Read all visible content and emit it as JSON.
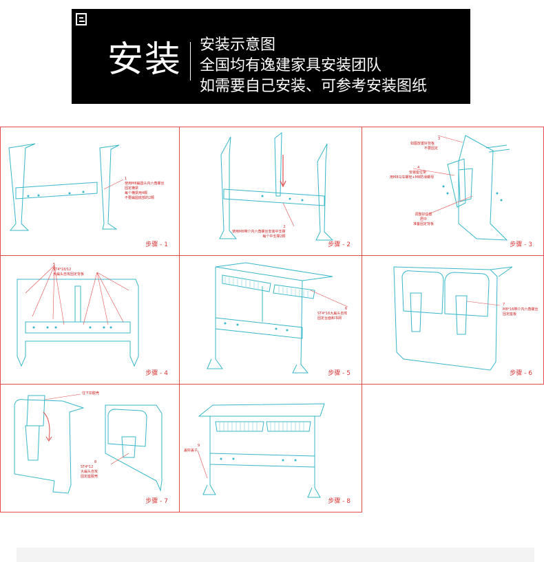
{
  "banner": {
    "title": "安装",
    "line1": "安装示意图",
    "line2": "全国均有逸建家具安装团队",
    "line3": "如需要自己安装、可参考安装图纸"
  },
  "steps": [
    {
      "label": "步骤 - 1",
      "notes": [
        "1",
        "使用M8扁圆头内六角螺丝",
        "固定横梁",
        "每个横梁用4颗",
        "不要扁圆底部的2颗"
      ]
    },
    {
      "label": "步骤 - 2",
      "notes": [
        "2",
        "使用M6带介内六角螺丝安装中支撑",
        "每个中支撑2颗"
      ]
    },
    {
      "label": "步骤 - 3",
      "notes": [
        "3",
        "如图放置好背板",
        "不要固定",
        "4",
        "安装座位架",
        "用M8马车螺栓+M8防滑螺母",
        "调整好位置",
        "居中",
        "准备固定背板"
      ]
    },
    {
      "label": "步骤 - 4",
      "notes": [
        "5",
        "ST4*18/12",
        "大扁头自攻固定背板"
      ]
    },
    {
      "label": "步骤 - 5",
      "notes": [
        "6",
        "ST4*16大扁头自攻",
        "固定台面和书网"
      ]
    },
    {
      "label": "步骤 - 6",
      "notes": [
        "7",
        "M8*16带介内六角螺丝",
        "固定座板"
      ]
    },
    {
      "label": "步骤 - 7",
      "notes": [
        "往下扣脱壳",
        "8",
        "ST4*12",
        "大扁头自攻",
        "固定座脱壳"
      ]
    },
    {
      "label": "步骤 - 8",
      "notes": [
        "9",
        "盖好盖子"
      ]
    }
  ],
  "colors": {
    "line": "#35b7c9",
    "accent": "#e14b4b",
    "banner_bg": "#000000"
  }
}
